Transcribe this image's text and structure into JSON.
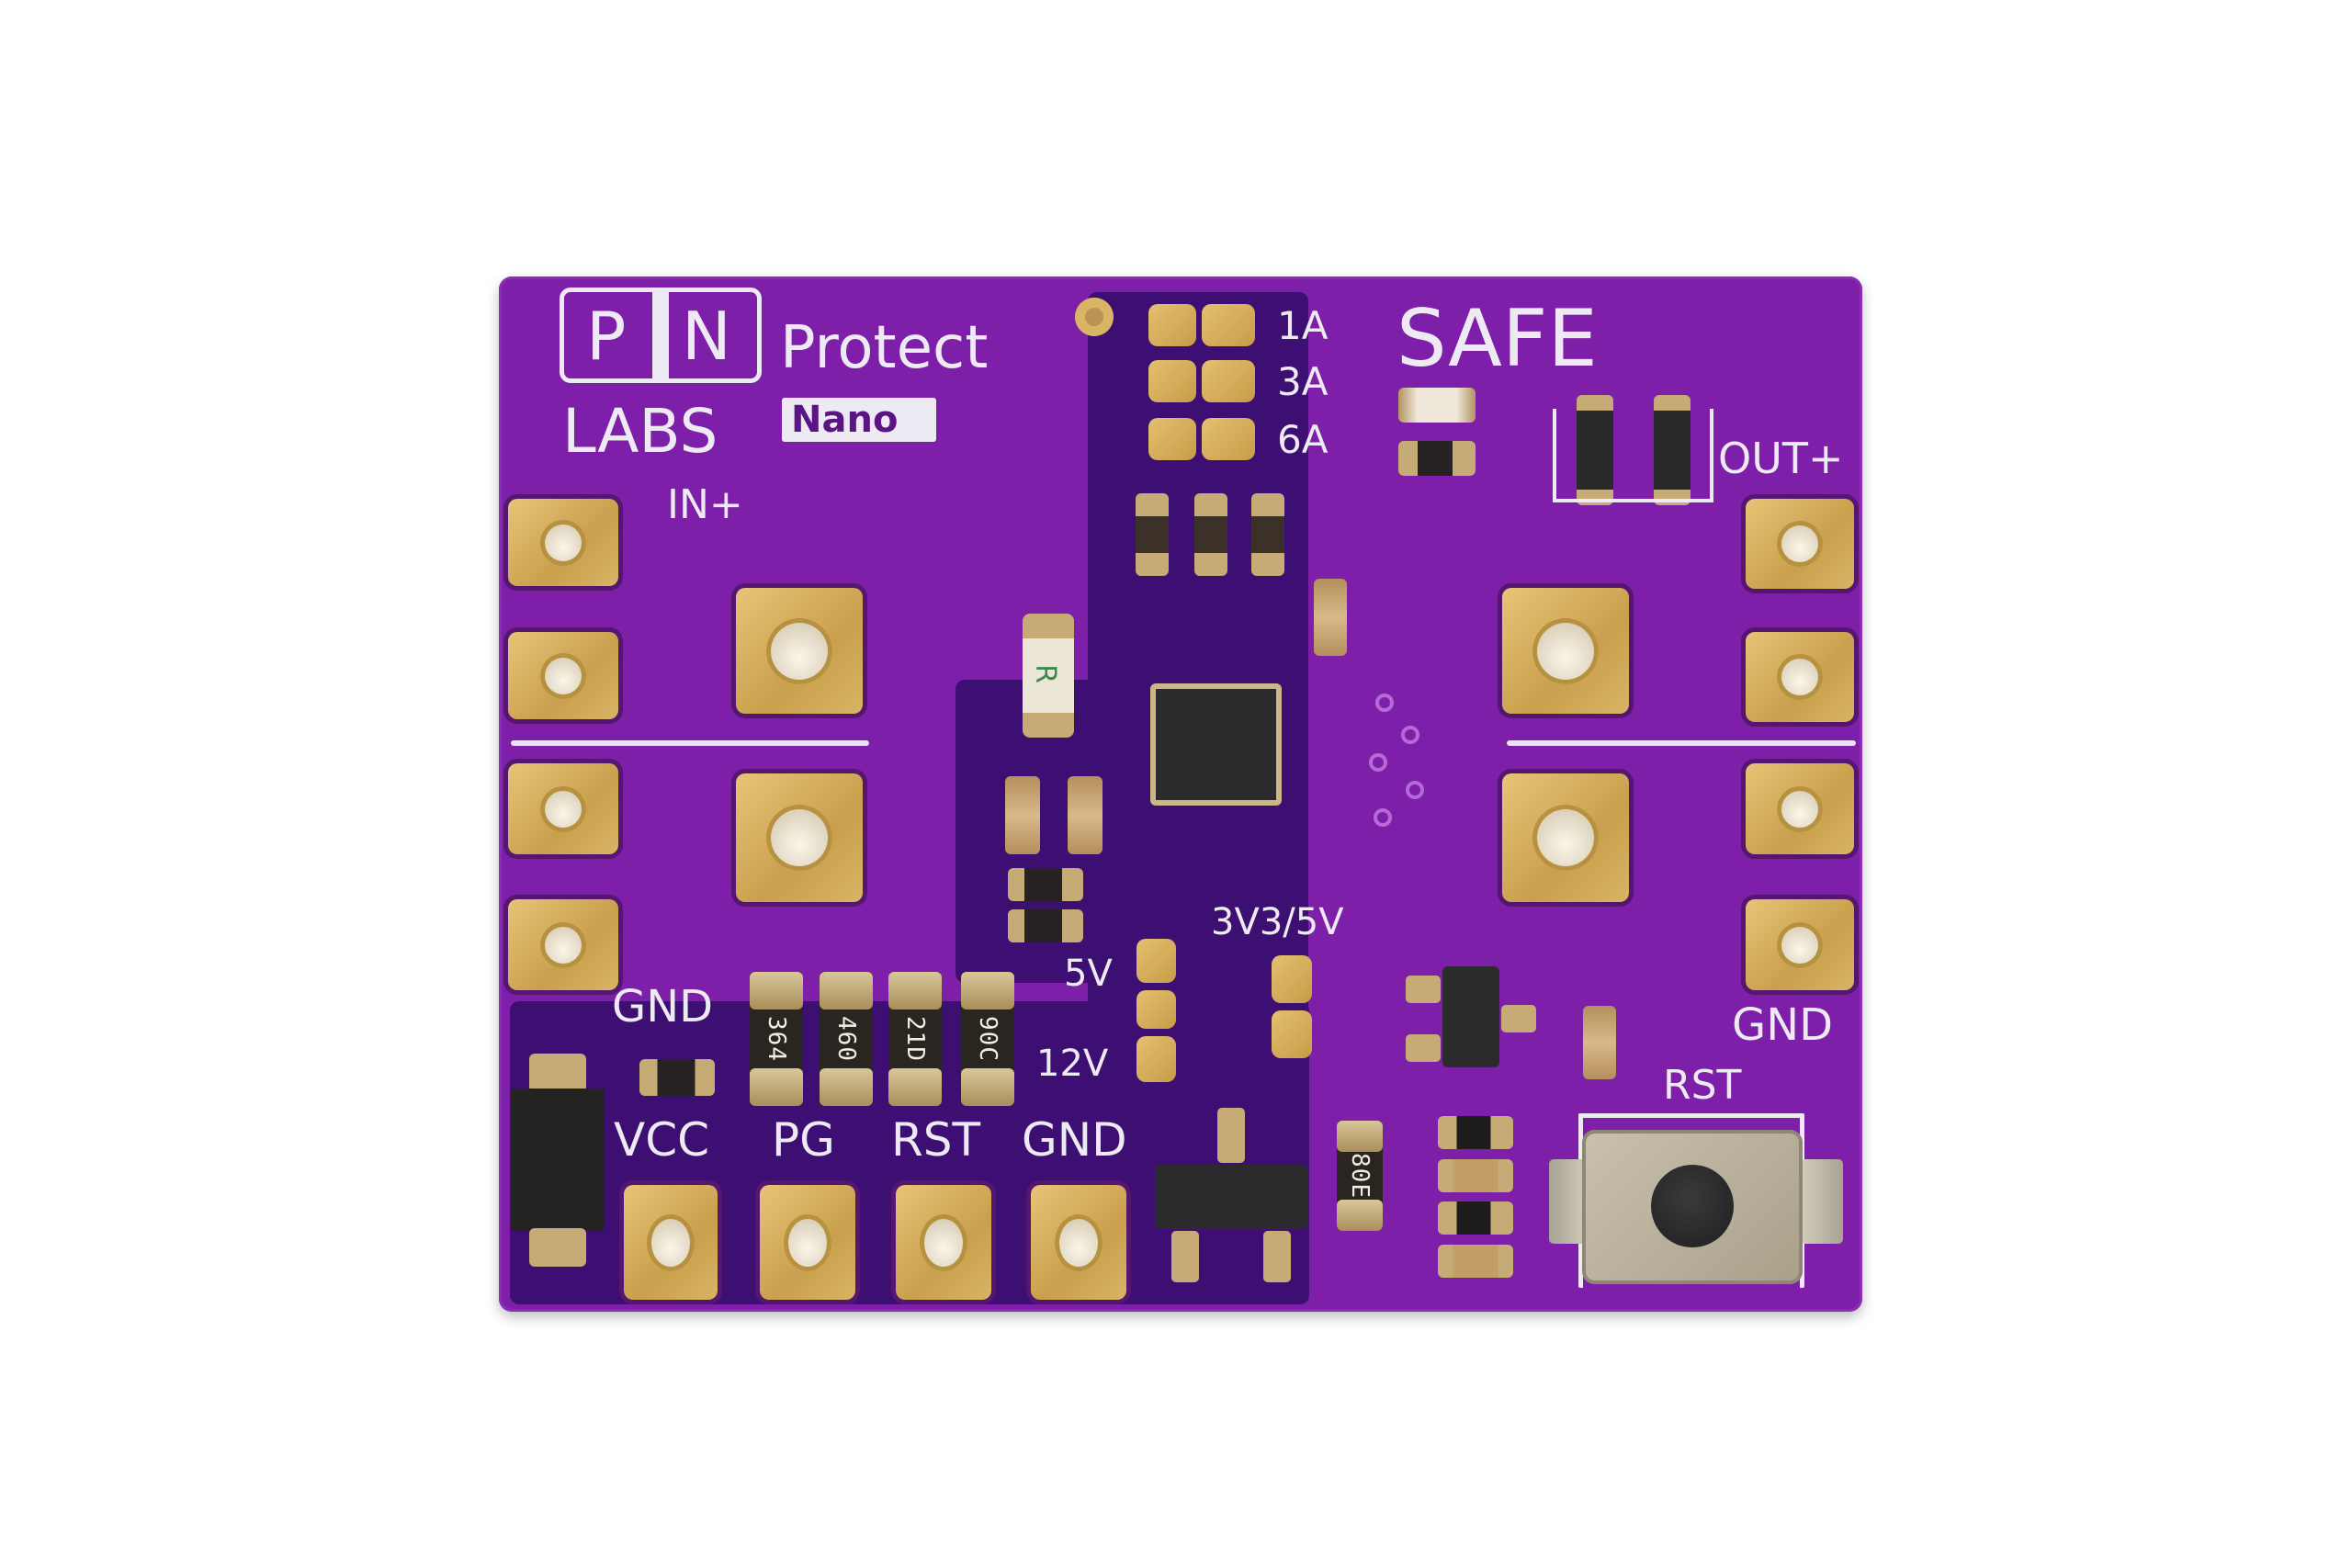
{
  "scene": {
    "description": "Top view photograph of a purple printed circuit board (PN Labs Protect Nano) on a white background",
    "background_color": "#ffffff",
    "board_color": "#7d1fa8",
    "silkscreen_color": "#eeeaf3",
    "pad_color": "#d4ad5c"
  },
  "logo": {
    "left_letter": "P",
    "right_letter": "N",
    "brand": "LABS",
    "product": "Protect",
    "variant": "Nano"
  },
  "labels": {
    "input": "IN+",
    "output": "OUT+",
    "status": "SAFE",
    "gnd_left": "GND",
    "gnd_right": "GND",
    "reset": "RST",
    "voltage_select": "3V3/5V",
    "five_volt": "5V",
    "twelve_volt": "12V"
  },
  "current_jumpers": [
    {
      "label": "1A"
    },
    {
      "label": "3A"
    },
    {
      "label": "6A"
    }
  ],
  "header_pins": [
    {
      "label": "VCC"
    },
    {
      "label": "PG"
    },
    {
      "label": "RST"
    },
    {
      "label": "GND"
    }
  ],
  "resistor_markings": [
    "364",
    "460",
    "21D",
    "90C"
  ],
  "resistor_right_marking": "80E",
  "fuse_marking": "R",
  "button": {
    "label": "RST"
  }
}
